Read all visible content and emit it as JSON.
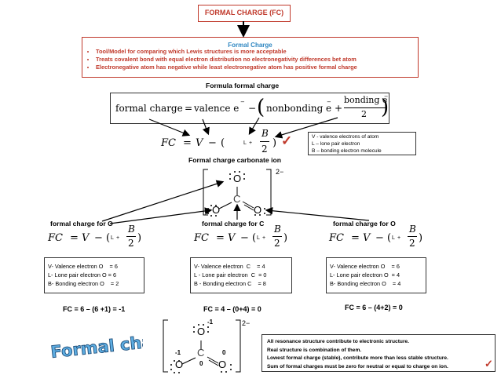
{
  "title": "FORMAL CHARGE (FC)",
  "formal_charge_box": {
    "heading": "Formal Charge",
    "bullets": [
      "Tool/Model for comparing which Lewis structures is more acceptable",
      "Treats covalent bond with equal electron distribution no electronegativity differences bet atom",
      "Electronegative atom has negative while least electronegative atom has positive formal charge"
    ]
  },
  "formula_heading": "Formula formal charge",
  "formula_words": {
    "lhs": "formal charge",
    "eq": "=",
    "valence": "valence e",
    "minus": "−",
    "open": "(",
    "nonbonding": "nonbonding e",
    "plus": "+",
    "bonding": "bonding e",
    "denom": "2",
    "close": ")",
    "sup": "−"
  },
  "short_formula": {
    "lhs": "FC",
    "eq": "=",
    "v": "V",
    "minus": "−",
    "open": "(",
    "l": "L",
    "plus": "+",
    "b": "B",
    "denom": "2",
    "close": ")"
  },
  "check_mark": "✓",
  "legend": [
    "V - valence electrons of atom",
    "L – lone pair electron",
    "B – bonding electron molecule"
  ],
  "carbonate_heading": "Formal charge carbonate ion",
  "ion_charge": "2−",
  "atoms": {
    "o": "O",
    "c": "C"
  },
  "labels": {
    "left": "formal charge for O",
    "center": "formal charge for C",
    "right": "formal charge for O"
  },
  "info_left": [
    "V- Valence electron O    = 6",
    "L- Lone pair electron O = 6",
    "B- Bonding electron O    = 2"
  ],
  "info_center": [
    "V- Valence electron  C    = 4",
    "L - Lone pair electron  C  = 0",
    "B - Bonding electron C    = 8"
  ],
  "info_right": [
    "V- Valence electron O    = 6",
    "L- Lone pair electron O  = 4",
    "B- Bonding electron O    = 4"
  ],
  "results": {
    "left": "FC = 6 – (6 +1) = -1",
    "center": "FC = 4 – (0+4) = 0",
    "right": "FC = 6 – (4+2) = 0"
  },
  "bottom_charges": {
    "top": "-1",
    "left": "-1",
    "c": "0",
    "right": "0"
  },
  "bottom_ion_charge": "2−",
  "logo_text": "Formal charge",
  "notes": [
    "All resonance structure contribute to electronic structure.",
    "Real structure is combination of them.",
    "Lowest formal charge (stable), contribute more than less stable structure.",
    "Sum of formal charges must be zero for neutral or equal to charge on ion."
  ]
}
